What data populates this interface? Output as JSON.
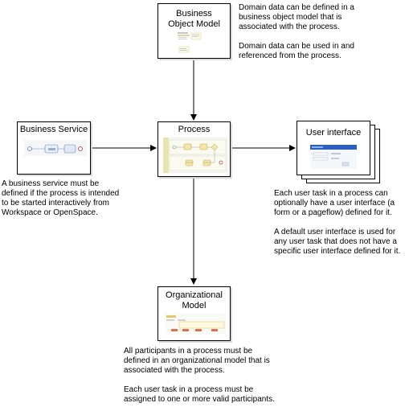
{
  "nodes": {
    "bom": {
      "title": "Business\nObject Model"
    },
    "process": {
      "title": "Process"
    },
    "service": {
      "title": "Business Service"
    },
    "ui": {
      "title": "User interface"
    },
    "org": {
      "title": "Organizational\nModel"
    }
  },
  "notes": {
    "bom": "Domain data can be defined in a\nbusiness object model that is\nassociated with the process.\n\nDomain data can be used in and\nreferenced from the process.",
    "service": "A business service must be\ndefined if the process is intended\nto be started interactively from\nWorkspace or OpenSpace.",
    "ui": "Each user task in a process can\noptionally have a user interface (a\nform or a pageflow) defined for it.\n\nA default user interface is used for\nany user task that does not have a\nspecific user interface defined for it.",
    "org": "All participants in a process must be\ndefined in an organizational model that is\nassociated with the process.\n\nEach user task in a process must be\nassigned to one or more valid participants."
  }
}
